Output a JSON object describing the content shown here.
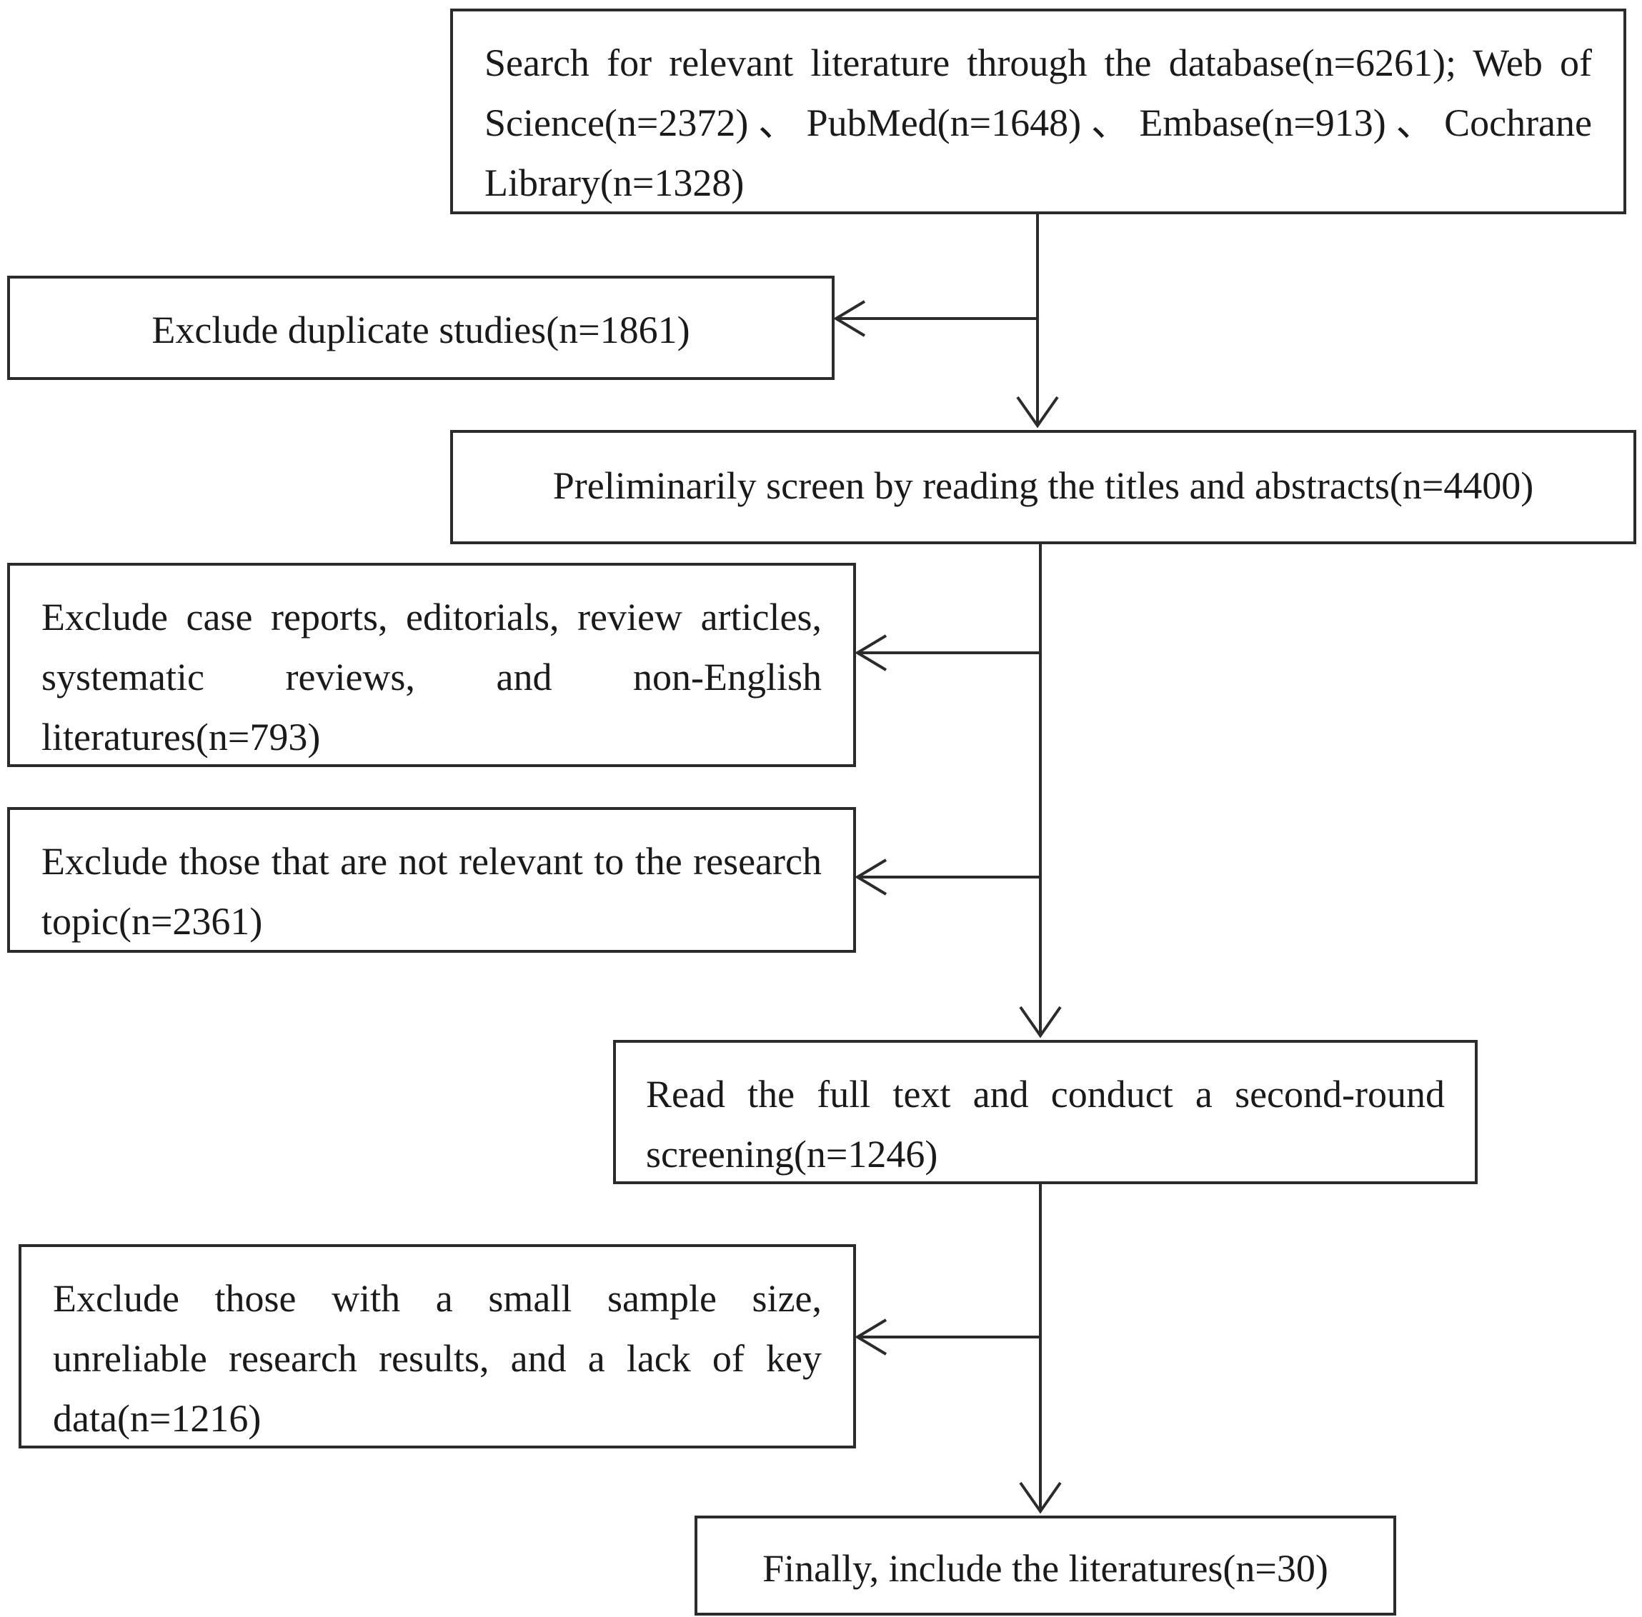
{
  "nodes": {
    "search": {
      "text": "Search for relevant literature through the database(n=6261); Web of Science(n=2372)、PubMed(n=1648)、Embase(n=913)、Cochrane Library(n=1328)"
    },
    "exclude_duplicates": {
      "text": "Exclude duplicate studies(n=1861)"
    },
    "preliminary_screen": {
      "text": "Preliminarily screen by reading the titles and abstracts(n=4400)"
    },
    "exclude_case_reports": {
      "text": "Exclude case reports, editorials, review articles, systematic reviews, and non-English literatures(n=793)"
    },
    "exclude_not_relevant": {
      "text": "Exclude those that are not relevant to the research topic(n=2361)"
    },
    "full_text_screen": {
      "text": "Read the full text and conduct a second-round screening(n=1246)"
    },
    "exclude_small_sample": {
      "text": "Exclude those with a small sample size, unreliable research results, and a lack of key data(n=1216)"
    },
    "final_include": {
      "text": "Finally, include the literatures(n=30)"
    }
  },
  "colors": {
    "line": "#2b2b2b",
    "box_fill": "#ffffff",
    "text": "#1a1a1a"
  }
}
